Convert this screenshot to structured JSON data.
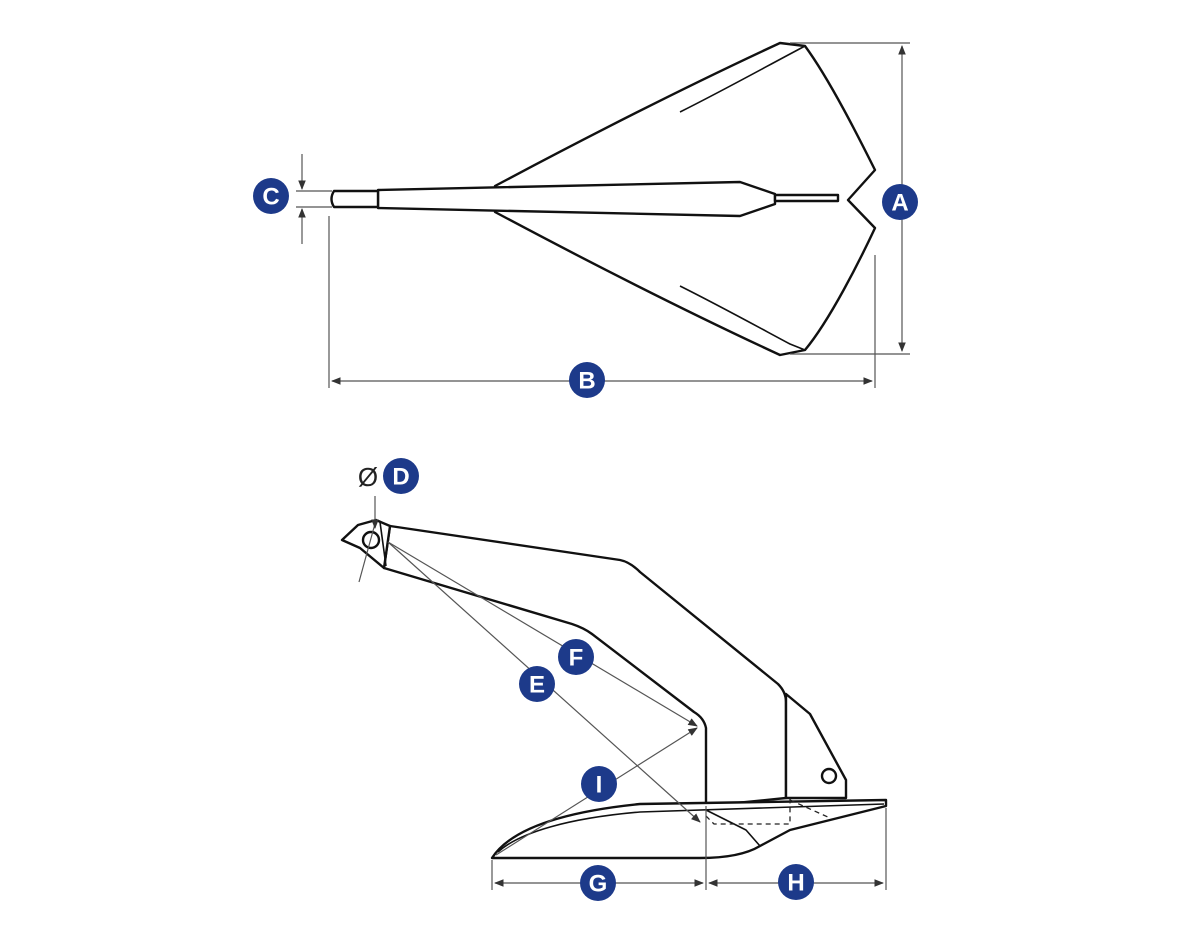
{
  "colors": {
    "badge": "#1d3a8a",
    "badge_text": "#ffffff",
    "line": "#111111",
    "dimension_line": "#555555"
  },
  "labels": {
    "A": "A",
    "B": "B",
    "C": "C",
    "D": "D",
    "E": "E",
    "F": "F",
    "G": "G",
    "H": "H",
    "I": "I"
  },
  "diameter_symbol": "Ø"
}
